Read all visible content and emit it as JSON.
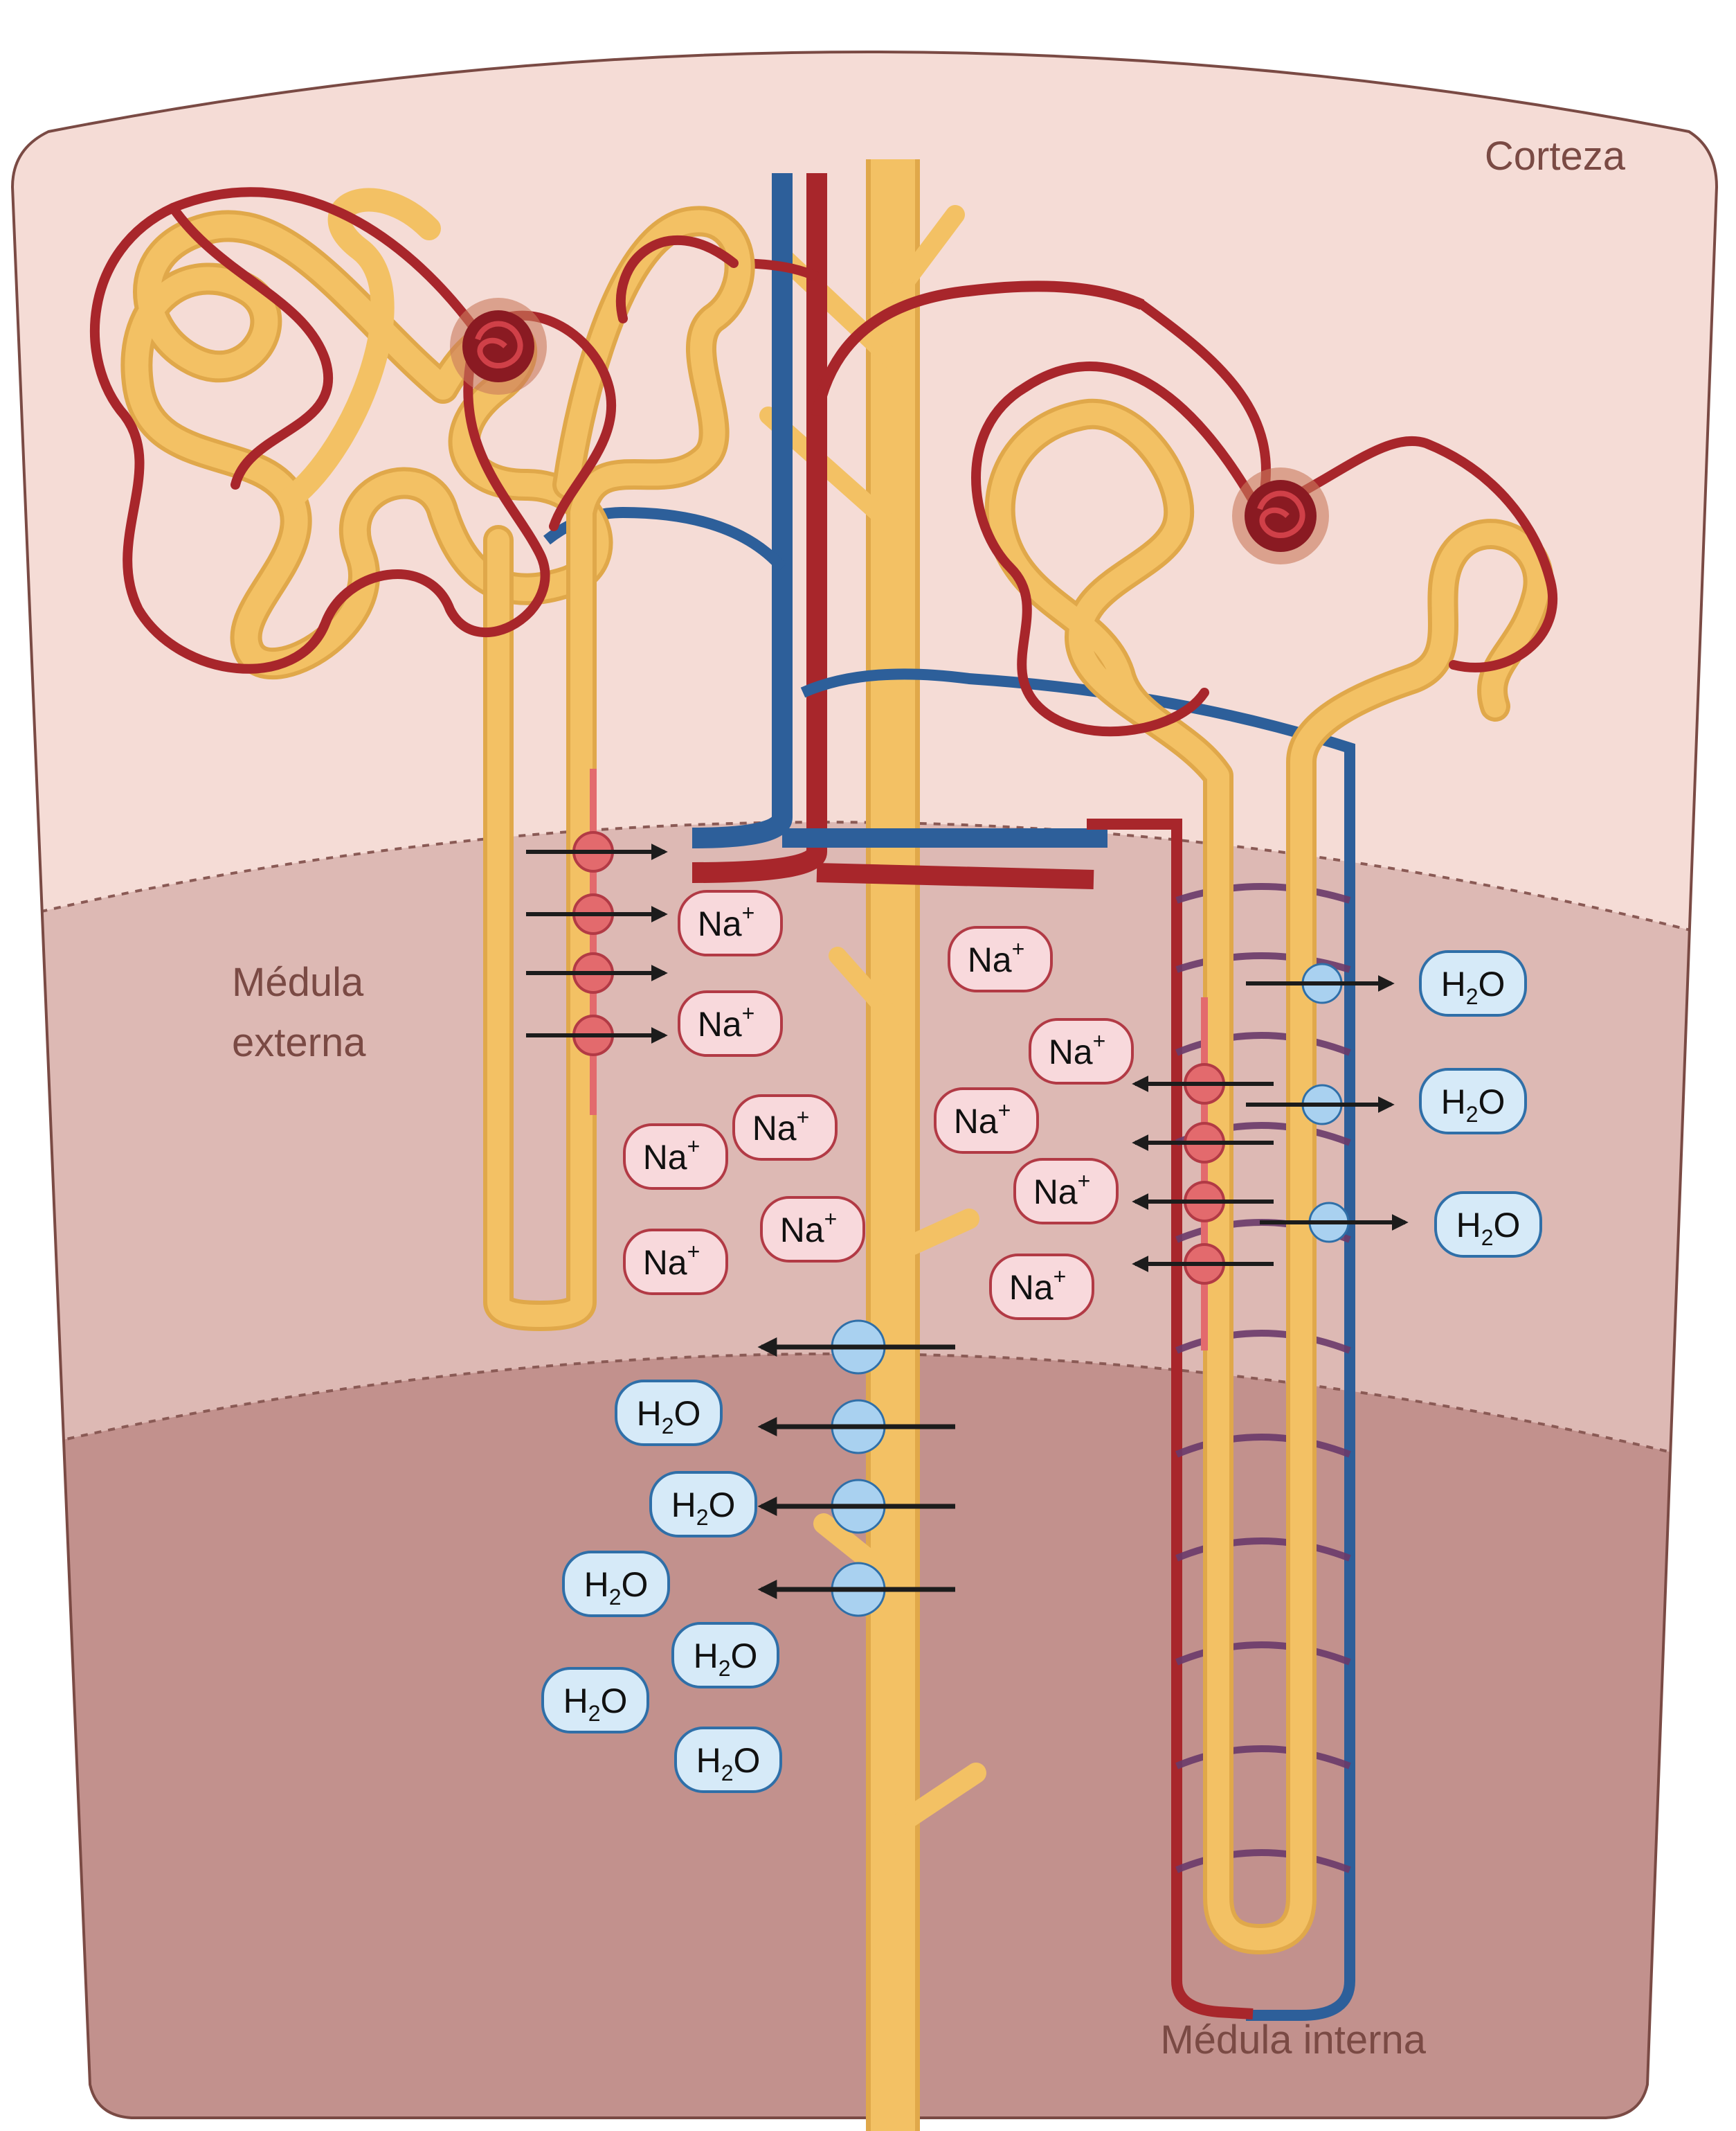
{
  "regions": {
    "cortex": "Corteza",
    "outer_medulla_line1": "Médula",
    "outer_medulla_line2": "externa",
    "inner_medulla": "Médula interna"
  },
  "ions": {
    "sodium": {
      "base": "Na",
      "sup": "+"
    },
    "water": {
      "pre": "H",
      "sub": "2",
      "post": "O"
    }
  },
  "colors": {
    "cortex_bg": "#f5dcd6",
    "outer_medulla_bg": "#ddb9b4",
    "inner_medulla_bg": "#c2918d",
    "tubule": "#f3c164",
    "tubule_edge": "#e0a84a",
    "artery": "#a8262b",
    "vein": "#2d5f9a",
    "sodium_badge": "#f8d9dc",
    "sodium_border": "#b23a45",
    "water_badge": "#d6eaf8",
    "water_border": "#2f6fa8",
    "pump": "#e36a6d",
    "channel": "#a9d1f0",
    "arrow": "#1c1c1c"
  },
  "icons": [
    "glomerulus-icon",
    "sodium-pump-icon",
    "water-channel-icon",
    "arrow-icon"
  ]
}
